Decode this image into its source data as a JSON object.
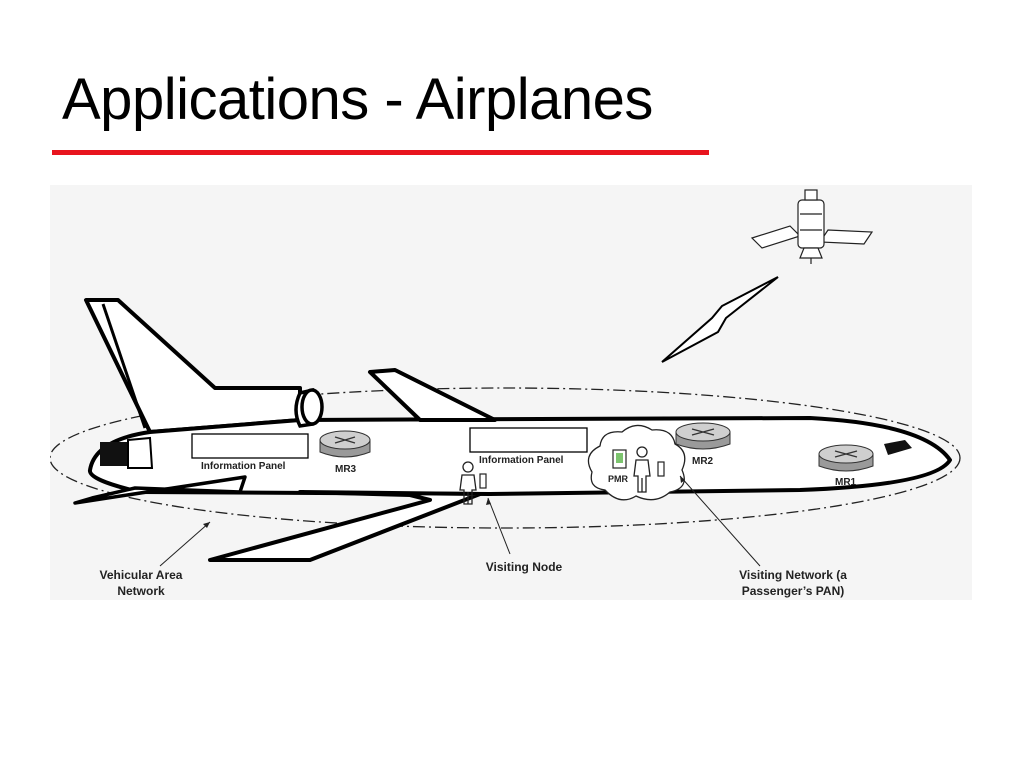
{
  "title": "Applications - Airplanes",
  "accent_color": "#e8141e",
  "diagram": {
    "info_panel_rear": "Information Panel",
    "info_panel_front": "Information Panel",
    "router_mr3": "MR3",
    "router_mr2": "MR2",
    "router_mr1": "MR1",
    "pmr": "PMR",
    "vehicular_area_network_line1": "Vehicular Area",
    "vehicular_area_network_line2": "Network",
    "visiting_node": "Visiting Node",
    "visiting_network_line1": "Visiting Network (a",
    "visiting_network_line2": "Passenger’s PAN)"
  }
}
